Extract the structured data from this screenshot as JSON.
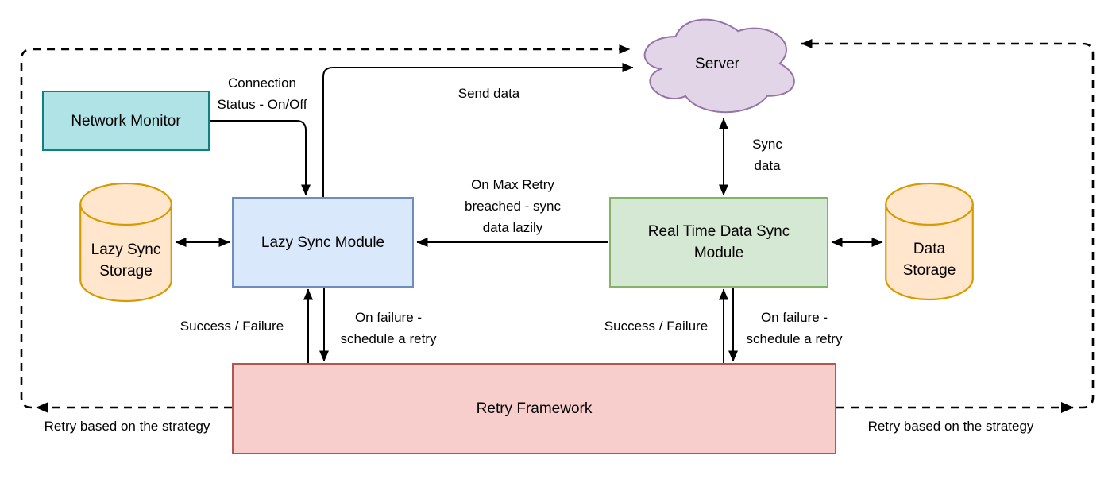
{
  "nodes": {
    "network_monitor": "Network Monitor",
    "server": "Server",
    "lazy_sync_storage": "Lazy Sync\nStorage",
    "lazy_sync_module": "Lazy Sync Module",
    "real_time_sync_module": "Real Time Data Sync\nModule",
    "data_storage": "Data\nStorage",
    "retry_framework": "Retry Framework"
  },
  "edge_labels": {
    "connection_status": "Connection\nStatus - On/Off",
    "send_data": "Send data",
    "sync_data": "Sync\ndata",
    "on_max_retry": "On Max Retry\nbreached - sync\ndata lazily",
    "success_failure_left": "Success / Failure",
    "on_failure_left": "On failure -\nschedule a retry",
    "success_failure_right": "Success / Failure",
    "on_failure_right": "On failure -\nschedule a retry",
    "retry_strategy_left": "Retry based on the strategy",
    "retry_strategy_right": "Retry based on the strategy"
  },
  "colors": {
    "network_monitor_fill": "#b0e3e6",
    "network_monitor_stroke": "#0e8088",
    "server_fill": "#e1d5e7",
    "server_stroke": "#9673a6",
    "lazy_module_fill": "#dae8fc",
    "lazy_module_stroke": "#6c8ebf",
    "real_time_module_fill": "#d5e8d4",
    "real_time_module_stroke": "#82b366",
    "storage_fill": "#ffe6cc",
    "storage_stroke": "#d79b00",
    "retry_framework_fill": "#f8cecc",
    "retry_framework_stroke": "#b85450",
    "connector": "#000000",
    "background": "#ffffff"
  }
}
